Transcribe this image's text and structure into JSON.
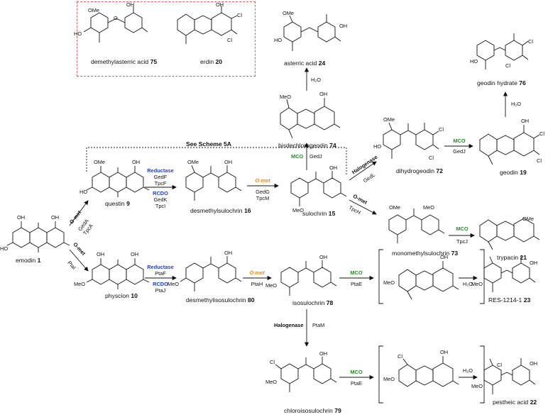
{
  "compounds": {
    "demethylasterric_acid": {
      "name": "demethylasterric acid",
      "num": "75"
    },
    "erdin": {
      "name": "erdin",
      "num": "20"
    },
    "asterric_acid": {
      "name": "asterric acid",
      "num": "24"
    },
    "geodin_hydrate": {
      "name": "geodin hydrate",
      "num": "76"
    },
    "bisdechlorogeodin": {
      "name": "bisdechlorogeodin",
      "num": "74"
    },
    "dihydrogeodin": {
      "name": "dihydrogeodin",
      "num": "72"
    },
    "geodin": {
      "name": "geodin",
      "num": "19"
    },
    "questin": {
      "name": "questin",
      "num": "9"
    },
    "desmethylsulochrin": {
      "name": "desmethylsulochrin",
      "num": "16"
    },
    "sulochrin": {
      "name": "sulochrin",
      "num": "15"
    },
    "monomethylsulochrin": {
      "name": "monomethylsulochrin",
      "num": "73"
    },
    "trypacin": {
      "name": "trypacin",
      "num": "21"
    },
    "emodin": {
      "name": "emodin",
      "num": "1"
    },
    "physcion": {
      "name": "physcion",
      "num": "10"
    },
    "desmethylisosulochrin": {
      "name": "desmethylisosulochrin",
      "num": "80"
    },
    "isosulochrin": {
      "name": "isosulochrin",
      "num": "78"
    },
    "res": {
      "name": "RES-1214-1",
      "num": "23"
    },
    "chloroisosulochrin": {
      "name": "chloroisosulochrin",
      "num": "79"
    },
    "pestheic_acid": {
      "name": "pestheic acid",
      "num": "22"
    }
  },
  "scheme_ref": "See Scheme 5A",
  "conditions": {
    "water": "H₂O",
    "omet": "O-met",
    "gedA": "GedA",
    "tpcA": "TpcA",
    "ptaI": "PtaI",
    "reductase": "Reductase",
    "gedF": "GedF",
    "tpcF": "TpcF",
    "rcdo": "RCDO",
    "gedK": "GedK",
    "tpcI": "TpcI",
    "ptaF": "PtaF",
    "ptaJ": "PtaJ",
    "gedG": "GedG",
    "tpcM": "TpcM",
    "ptaH": "PtaH",
    "mco": "MCO",
    "gedJ": "GedJ",
    "tpcJ": "TpcJ",
    "ptaE": "PtaE",
    "halogenase": "Halogenase",
    "gedL": "GedL",
    "tpcH": "TpcH",
    "ptaM": "PtaM"
  },
  "atoms": {
    "OH": "OH",
    "O": "O",
    "OMe": "OMe",
    "MeO": "MeO",
    "Cl": "Cl",
    "HO": "HO"
  },
  "colors": {
    "blue": "#1f3fd0",
    "green": "#2e8b2e",
    "orange": "#e08a1e",
    "red_dash": "#e35a5a"
  }
}
